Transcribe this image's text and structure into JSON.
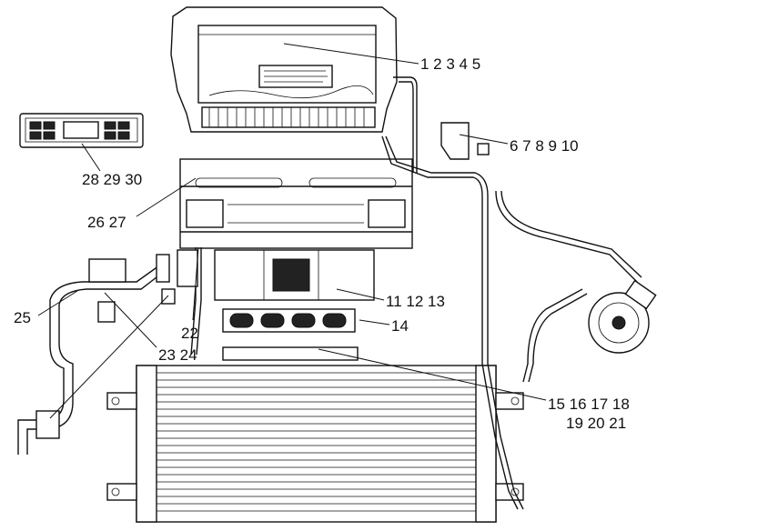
{
  "callouts": {
    "c1": "1 2 3 4 5",
    "c2": "6 7 8 9 10",
    "c3": "28 29 30",
    "c4": "26 27",
    "c5": "11 12 13",
    "c6": "14",
    "c7": "25",
    "c8": "22",
    "c9": "23 24",
    "c10": "15 16 17 18",
    "c11": "19 20 21"
  }
}
